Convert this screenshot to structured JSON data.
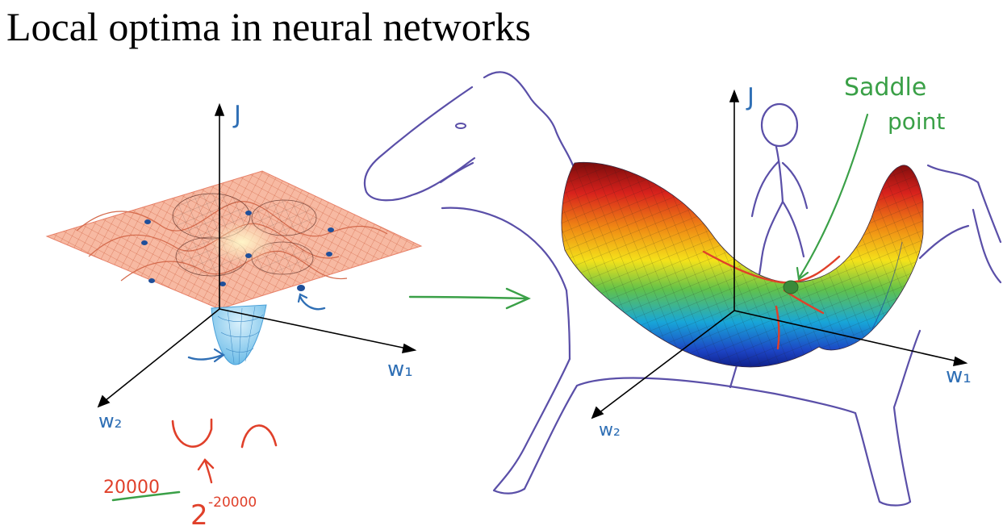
{
  "title": "Local optima in neural networks",
  "colors": {
    "ink_blue": "#2f6fb5",
    "ink_red": "#e0402a",
    "ink_green": "#3aa047",
    "ink_purple": "#5a4fa8",
    "surface_salmon": "#f4a68a",
    "surface_blue": "#7ec8ef"
  },
  "left_plot": {
    "axis_vertical": "J",
    "axis_right": "w₁",
    "axis_left": "w₂",
    "sketch_count": "20000",
    "sketch_exponent_base": "2",
    "sketch_exponent_power": "-20000"
  },
  "right_plot": {
    "axis_vertical": "J",
    "axis_right": "w₁",
    "axis_left": "w₂",
    "annotation_line1": "Saddle",
    "annotation_line2": "point"
  }
}
